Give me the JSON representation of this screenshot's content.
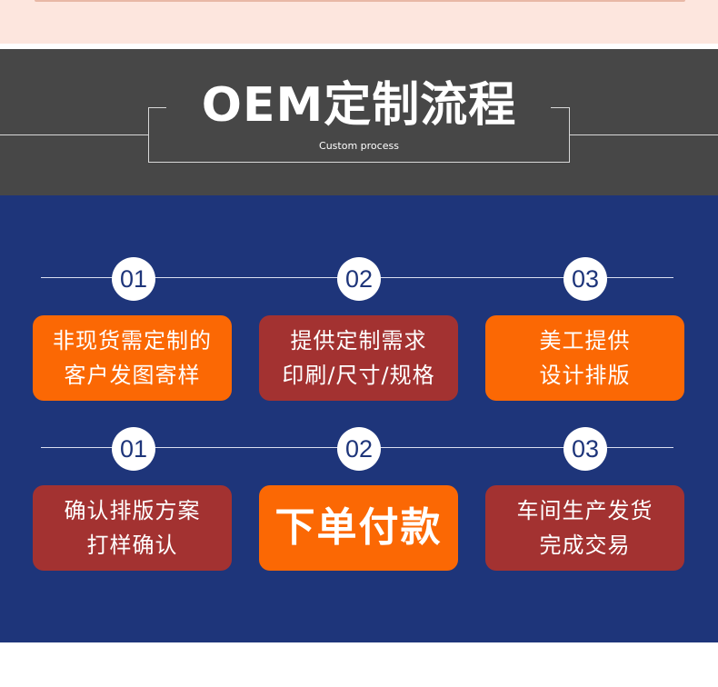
{
  "header": {
    "title": "OEM定制流程",
    "subtitle": "Custom process"
  },
  "colors": {
    "header_bg": "#474747",
    "main_bg": "#1e357a",
    "orange": "#fb6804",
    "red": "#a33231"
  },
  "row1": {
    "steps": [
      {
        "number": "01",
        "text": "非现货需定制的\n客户发图寄样"
      },
      {
        "number": "02",
        "text": "提供定制需求\n印刷/尺寸/规格"
      },
      {
        "number": "03",
        "text": "美工提供\n设计排版"
      }
    ]
  },
  "row2": {
    "steps": [
      {
        "number": "01",
        "text": "确认排版方案\n打样确认"
      },
      {
        "number": "02",
        "text": "下单付款"
      },
      {
        "number": "03",
        "text": "车间生产发货\n完成交易"
      }
    ]
  }
}
